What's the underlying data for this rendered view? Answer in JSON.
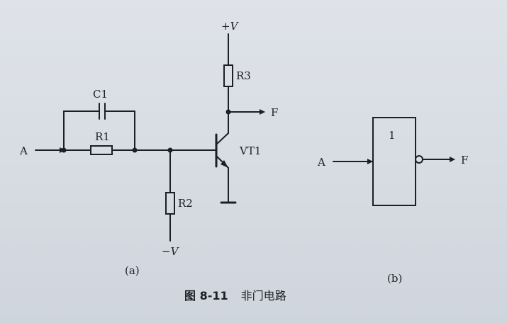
{
  "circuit_a": {
    "vcc": "+V",
    "vee": "−V",
    "input": "A",
    "output": "F",
    "c1": "C1",
    "r1": "R1",
    "r2": "R2",
    "r3": "R3",
    "vt1": "VT1",
    "sublabel": "(a)"
  },
  "symbol_b": {
    "input": "A",
    "output": "F",
    "gate_text": "1",
    "sublabel": "(b)"
  },
  "caption": {
    "figure_number": "图 8-11",
    "title": "非门电路"
  },
  "colors": {
    "line": "#1c1f24",
    "paper": "#d9dde3"
  }
}
